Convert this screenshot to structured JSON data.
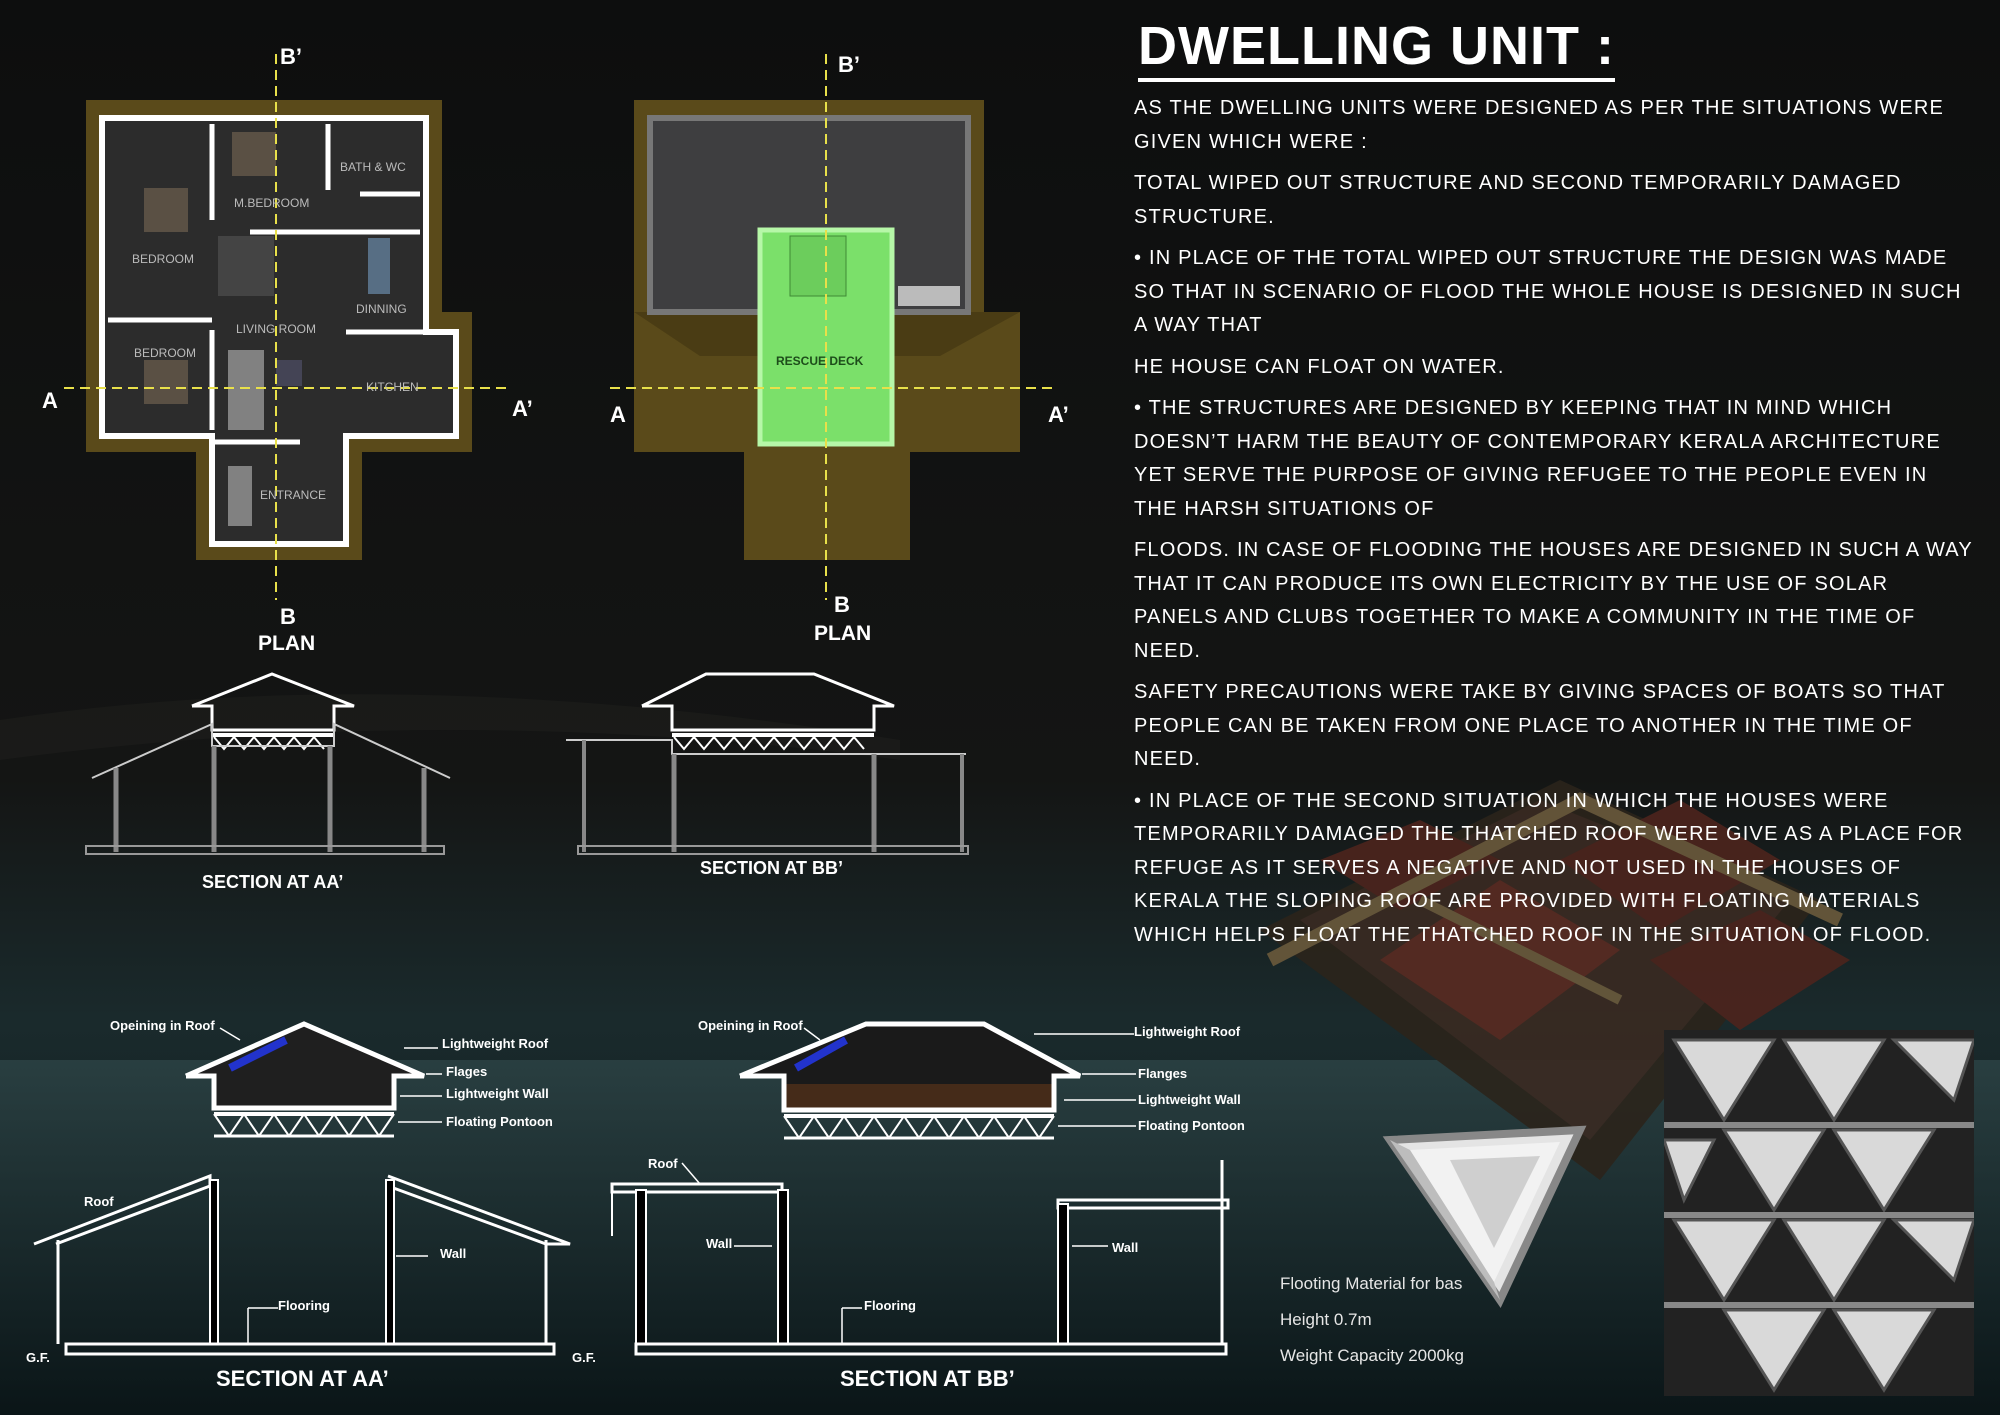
{
  "title": "DWELLING UNIT  :",
  "paragraphs": [
    "AS THE DWELLING UNITS WERE DESIGNED AS PER THE SITUATIONS WERE GIVEN WHICH WERE :",
    "TOTAL WIPED OUT STRUCTURE AND SECOND TEMPORARILY DAMAGED STRUCTURE.",
    "• IN PLACE OF THE TOTAL WIPED OUT STRUCTURE THE DESIGN WAS MADE SO THAT IN SCENARIO OF FLOOD THE WHOLE HOUSE IS DESIGNED IN SUCH A WAY THAT",
    "HE HOUSE CAN FLOAT ON WATER.",
    "• THE STRUCTURES ARE DESIGNED BY KEEPING THAT IN MIND WHICH DOESN’T HARM THE BEAUTY OF CONTEMPORARY KERALA ARCHITECTURE YET SERVE THE PURPOSE OF GIVING REFUGEE TO THE PEOPLE EVEN IN THE HARSH SITUATIONS OF",
    "FLOODS. IN CASE OF FLOODING THE HOUSES ARE DESIGNED IN SUCH A WAY THAT IT CAN PRODUCE ITS OWN ELECTRICITY BY THE USE OF SOLAR PANELS AND CLUBS TOGETHER TO MAKE A COMMUNITY IN THE TIME OF NEED.",
    "SAFETY PRECAUTIONS WERE TAKE BY GIVING SPACES OF BOATS SO THAT PEOPLE CAN BE TAKEN FROM ONE PLACE TO ANOTHER IN THE TIME OF NEED.",
    "• IN PLACE OF THE SECOND SITUATION IN WHICH THE HOUSES WERE TEMPORARILY DAMAGED THE THATCHED ROOF WERE GIVE AS A PLACE FOR REFUGE AS IT SERVES A NEGATIVE AND NOT USED IN THE HOUSES OF KERALA THE SLOPING ROOF ARE PROVIDED WITH FLOATING MATERIALS WHICH HELPS FLOAT THE THATCHED ROOF IN THE SITUATION OF FLOOD."
  ],
  "plan1": {
    "label": "PLAN",
    "axes": {
      "b_top": "B’",
      "b_bottom": "B",
      "a_left": "A",
      "a_right": "A’"
    },
    "rooms": [
      "BATH & WC",
      "M.BEDROOM",
      "BEDROOM",
      "DINNING",
      "LIVING ROOM",
      "BEDROOM",
      "KITCHEN",
      "ENTRANCE"
    ]
  },
  "plan2": {
    "label": "PLAN",
    "axes": {
      "b_top": "B’",
      "b_bottom": "B",
      "a_left": "A",
      "a_right": "A’"
    },
    "deck_label": "RESCUE DECK"
  },
  "section_captions": {
    "aa_top": "SECTION AT AA’",
    "bb_top": "SECTION AT BB’",
    "aa_bottom": "SECTION AT AA’",
    "bb_bottom": "SECTION AT BB’"
  },
  "callouts_left": {
    "opening": "Opeining in Roof",
    "roof": "Lightweight Roof",
    "flanges": "Flages",
    "wall": "Lightweight Wall",
    "pontoon": "Floating Pontoon"
  },
  "callouts_right": {
    "opening": "Opeining in Roof",
    "roof": "Lightweight Roof",
    "flanges": "Flanges",
    "wall": "Lightweight Wall",
    "pontoon": "Floating Pontoon"
  },
  "gf_section_aa": {
    "roof": "Roof",
    "wall": "Wall",
    "flooring": "Flooring",
    "gf": "G.F."
  },
  "gf_section_bb": {
    "roof": "Roof",
    "wall1": "Wall",
    "wall2": "Wall",
    "flooring": "Flooring",
    "gf": "G.F."
  },
  "floating_info": [
    "Flooting Material for bas",
    "Height 0.7m",
    "Weight Capacity 2000kg"
  ],
  "colors": {
    "deck": "#7be06a",
    "opening": "#2233cc",
    "guide": "#e8e04a",
    "plinth": "#5a4a1a"
  }
}
